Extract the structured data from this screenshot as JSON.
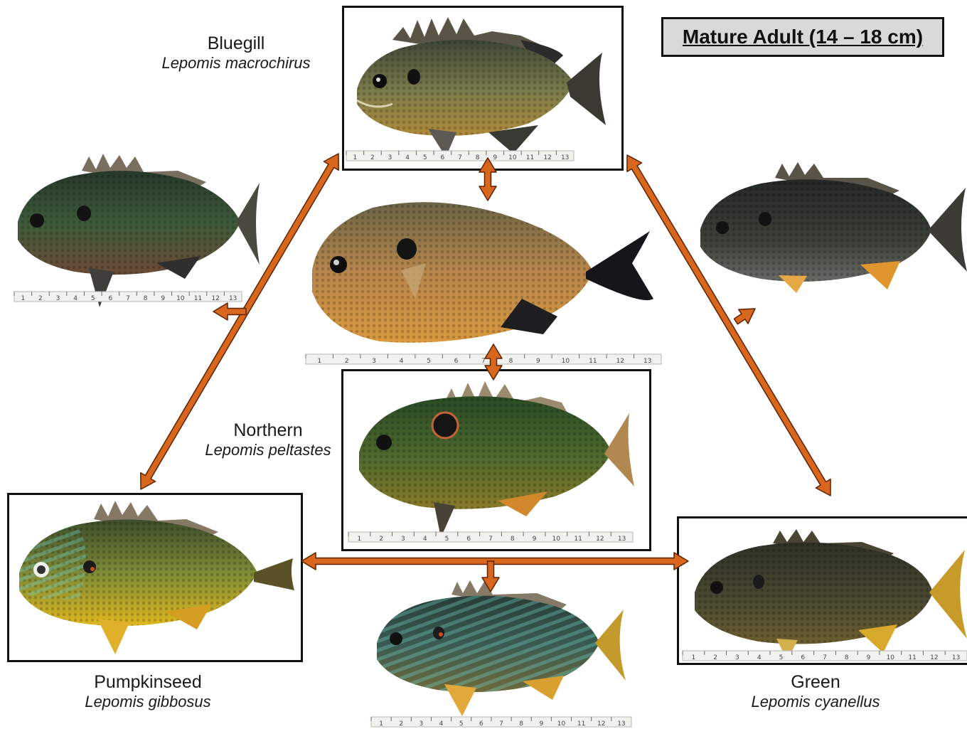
{
  "title": "Mature Adult (14 – 18 cm)",
  "species": {
    "bluegill": {
      "common": "Bluegill",
      "scientific": "Lepomis macrochirus"
    },
    "northern": {
      "common": "Northern",
      "scientific": "Lepomis peltastes"
    },
    "pumpkinseed": {
      "common": "Pumpkinseed",
      "scientific": "Lepomis gibbosus"
    },
    "green": {
      "common": "Green",
      "scientific": "Lepomis cyanellus"
    }
  },
  "ruler_ticks": [
    "1",
    "2",
    "3",
    "4",
    "5",
    "6",
    "7",
    "8",
    "9",
    "10",
    "11",
    "12",
    "13"
  ],
  "colors": {
    "arrow": "#d8661c",
    "arrow_outline": "#5a2400",
    "frame": "#111111",
    "title_bg": "#d9d9d9"
  }
}
